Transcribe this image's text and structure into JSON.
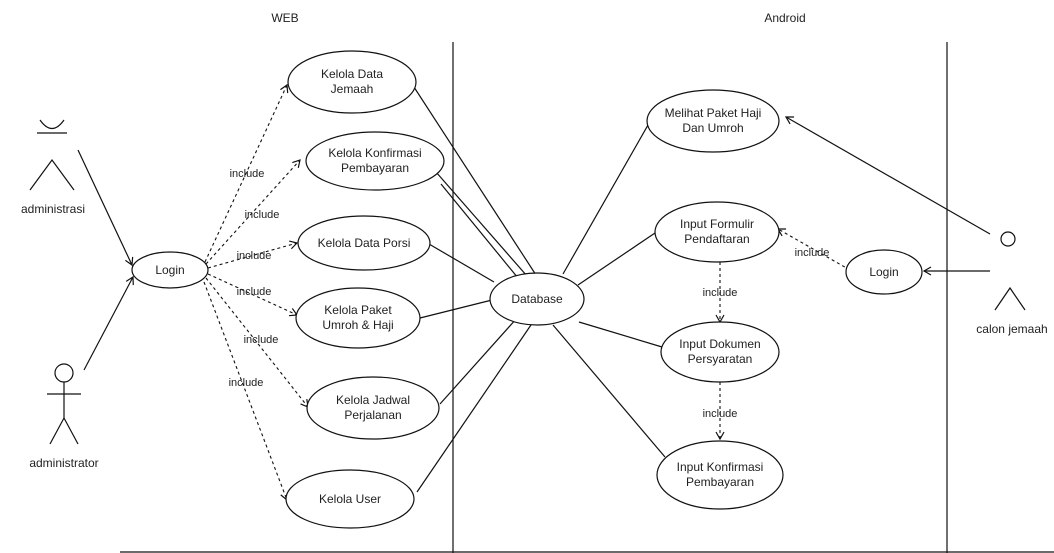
{
  "sections": {
    "web": "WEB",
    "android": "Android"
  },
  "actors": {
    "administrasi": "administrasi",
    "administrator": "administrator",
    "calon_jemaah": "calon jemaah"
  },
  "usecases": {
    "login_web": "Login",
    "kelola_data_jemaah": [
      "Kelola Data",
      "Jemaah"
    ],
    "kelola_konfirmasi_pembayaran": [
      "Kelola Konfirmasi",
      "Pembayaran"
    ],
    "kelola_data_porsi": [
      "Kelola Data Porsi"
    ],
    "kelola_paket": [
      "Kelola Paket",
      "Umroh & Haji"
    ],
    "kelola_jadwal": [
      "Kelola Jadwal",
      "Perjalanan"
    ],
    "kelola_user": [
      "Kelola User"
    ],
    "database": [
      "Database"
    ],
    "melihat_paket": [
      "Melihat Paket Haji",
      "Dan Umroh"
    ],
    "input_formulir": [
      "Input Formulir",
      "Pendaftaran"
    ],
    "input_dokumen": [
      "Input Dokumen",
      "Persyaratan"
    ],
    "input_konfirmasi": [
      "Input Konfirmasi",
      "Pembayaran"
    ],
    "login_android": "Login"
  },
  "relations": {
    "include": "include"
  }
}
